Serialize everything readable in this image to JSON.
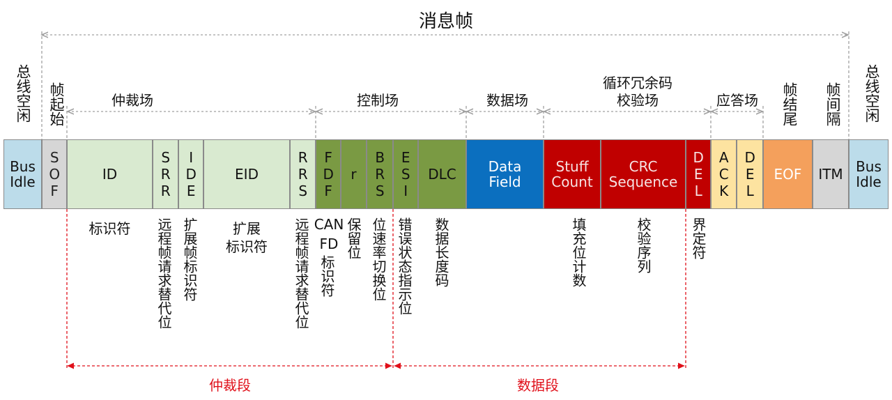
{
  "title": "消息帧",
  "top_labels": {
    "bus_idle_left": "总线空闲",
    "sof": "帧起始",
    "arbitration": "仲裁场",
    "control": "控制场",
    "data": "数据场",
    "crc_line1": "循环冗余码",
    "crc_line2": "校验场",
    "ack": "应答场",
    "eof": "帧结尾",
    "itm": "帧间隔",
    "bus_idle_right": "总线空闲"
  },
  "fields": {
    "bus_idle_left": "Bus Idle",
    "sof": "SOF",
    "id": "ID",
    "srr": "SRR",
    "ide": "IDE",
    "eid": "EID",
    "rrs": "RRS",
    "fdf": "FDF",
    "r": "r",
    "brs": "BRS",
    "esi": "ESI",
    "dlc": "DLC",
    "data_field": "Data Field",
    "stuff_count": "Stuff Count",
    "crc_sequence": "CRC Sequence",
    "del1": "DEL",
    "ack": "ACK",
    "del2": "DEL",
    "eof": "EOF",
    "itm": "ITM",
    "bus_idle_right": "Bus Idle"
  },
  "descriptions": {
    "id": "标识符",
    "srr": "远程帧请求替代位",
    "ide": "扩展帧标识符",
    "eid_line1": "扩展",
    "eid_line2": "标识符",
    "rrs": "远程帧请求替代位",
    "fdf_line1": "CAN",
    "fdf_line2": "FD",
    "fdf_rest": "标识符",
    "r": "保留位",
    "brs": "位速率切换位",
    "esi": "错误状态指示位",
    "dlc": "数据长度码",
    "stuff_count": "填充位计数",
    "crc_sequence": "校验序列",
    "del1": "界定符"
  },
  "segments": {
    "arbitration": "仲裁段",
    "data": "数据段"
  },
  "colors": {
    "bus_idle": "#bcdcea",
    "sof": "#d6d6d6",
    "arbitration": "#d9ead0",
    "control": "#7a9a43",
    "data": "#0b6fbf",
    "crc": "#c00000",
    "ack": "#fde3a0",
    "eof": "#f4a05c",
    "itm": "#d6d6d6",
    "segment_red": "#e0101a"
  }
}
